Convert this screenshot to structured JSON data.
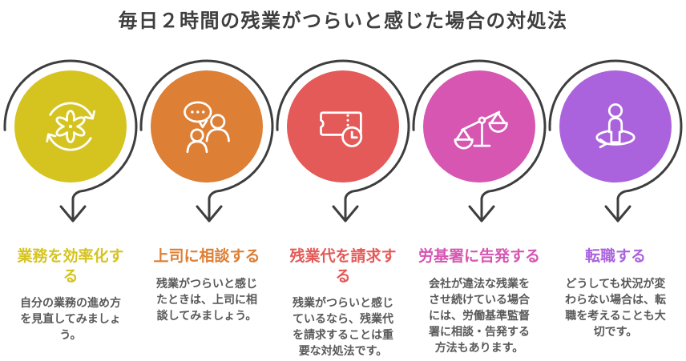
{
  "title": "毎日２時間の残業がつらいと感じた場合の対処法",
  "colors": {
    "title_text": "#3e3e3e",
    "body_text": "#595959",
    "arrow": "#3e3e3e",
    "background": "#ffffff"
  },
  "steps": [
    {
      "heading": "業務を効率化す\nる",
      "body": "自分の業務の進め方\nを見直してみましょ\nう。",
      "accent": "#d5c420",
      "icon": "gear-refresh-icon"
    },
    {
      "heading": "上司に相談する",
      "body": "残業がつらいと感じ\nたときは、上司に相\n談してみましょう。",
      "accent": "#dd7f35",
      "icon": "consultation-icon"
    },
    {
      "heading": "残業代を請求す\nる",
      "body": "残業がつらいと感じ\nているなら、残業代\nを請求することは重\n要な対処法です。",
      "accent": "#e45a58",
      "icon": "ticket-clock-icon"
    },
    {
      "heading": "労基署に告発する",
      "body": "会社が違法な残業を\nさせ続けている場合\nには、労働基準監督\n署に相談・告発する\n方法もあります。",
      "accent": "#d656b2",
      "icon": "balance-scale-icon"
    },
    {
      "heading": "転職する",
      "body": "どうしても状況が変\nわらない場合は、転\n職を考えることも大\n切です。",
      "accent": "#ab63dd",
      "icon": "person-turnaround-icon"
    }
  ]
}
